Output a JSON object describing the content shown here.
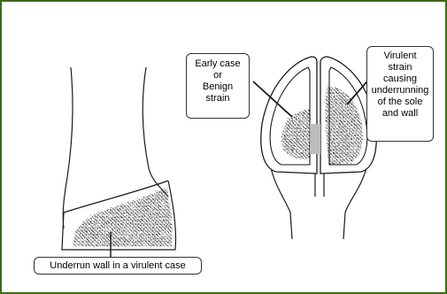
{
  "colors": {
    "border": "#3a6b17",
    "outline": "#1a1a1a",
    "lesion": "#222222",
    "gap": "#bdbdbd"
  },
  "labels": {
    "early_case": [
      "Early case",
      "or",
      "Benign",
      "strain"
    ],
    "virulent": [
      "Virulent",
      "strain",
      "causing",
      "underrunning",
      "of the sole",
      "and wall"
    ],
    "underrun": "Underrun wall in a virulent case"
  }
}
